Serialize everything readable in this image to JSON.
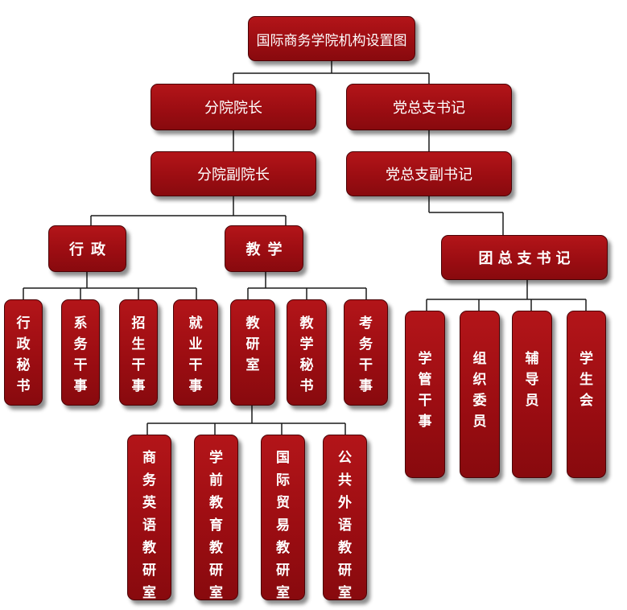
{
  "nodes": {
    "root": "国际商务学院机构设置图",
    "branch_dean": "分院院长",
    "branch_party_secretary": "党总支书记",
    "vice_dean": "分院副院长",
    "party_deputy_secretary": "党总支副书记",
    "administration": "行政",
    "teaching": "教学",
    "youth_league_secretary": "团总支书记",
    "admin_secretary": "行政秘书",
    "department_clerk": "系务干事",
    "enrollment_clerk": "招生干事",
    "employment_clerk": "就业干事",
    "teaching_research_office": "教研室",
    "teaching_secretary": "教学秘书",
    "exam_clerk": "考务干事",
    "student_affairs_clerk": "学管干事",
    "organization_committee": "组织委员",
    "counselor": "辅导员",
    "student_union": "学生会",
    "business_english_office": "商务英语教研室",
    "preschool_education_office": "学前教育教研室",
    "international_trade_office": "国际贸易教研室",
    "public_foreign_language_office": "公共外语教研室"
  }
}
